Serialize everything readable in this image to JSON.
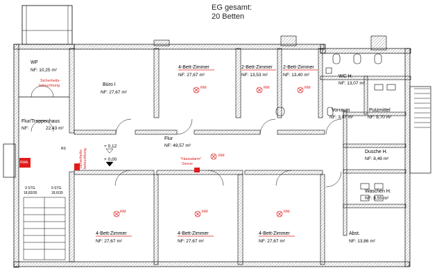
{
  "header": {
    "line1": "EG gesamt:",
    "line2": "20 Betten"
  },
  "rooms": {
    "wf": {
      "name": "WF",
      "area": "NF: 10,25 m²"
    },
    "treppenhaus": {
      "name": "Flur/Treppenhaus",
      "area_prefix": "NF:",
      "area": "22,43 m²"
    },
    "buero": {
      "name": "Büro I",
      "area": "NF: 27,67 m²"
    },
    "zimmer4_top": {
      "name": "4-Bett-Zimmer",
      "area": "NF:   27,67 m²"
    },
    "zimmer2_a": {
      "name": "2-Bett-Zimmer",
      "area": "NF:  13,53 m²"
    },
    "zimmer2_b": {
      "name": "2-Bett-Zimmer",
      "area": "NF:  13,40 m²"
    },
    "wc": {
      "name": "WC H.",
      "area": "NF:  13,07 m²"
    },
    "vorraum": {
      "name": "Vorraum",
      "area": "NF: 3,97 m²"
    },
    "putzmittel": {
      "name": "Putzmittel",
      "area": "NF: 8,70 m²"
    },
    "flur": {
      "name": "Flur",
      "area": "NF: 49,57 m²"
    },
    "dusche": {
      "name": "Dusche H.",
      "area": "NF:  8,49 m²"
    },
    "waschen": {
      "name": "Waschen H.",
      "area": "NF:  8,55 m²"
    },
    "zimmer4_b1": {
      "name": "4-Bett-Zimmer",
      "area": "NF:    27,67 m²"
    },
    "zimmer4_b2": {
      "name": "4-Bett-Zimmer",
      "area": "NF:    27,67 m²"
    },
    "zimmer4_b3": {
      "name": "4-Bett-Zimmer",
      "area": "NF:    27,67 m²"
    },
    "abst": {
      "name": "Abst.",
      "area": "NF: 13,86 m²"
    }
  },
  "annotations": {
    "sicherheit_top": [
      "Sicherheits-",
      "beleuchtung"
    ],
    "sicherheit_mid": [
      "Sicherheits-",
      "beleuchtung"
    ],
    "hausalarm": [
      "\"Hausalarm\"",
      "Sirene"
    ],
    "rm": "RM",
    "rs": "RS",
    "rwa": "RWA",
    "level1": "+ 0,12",
    "level2": "+ 0,00",
    "stair_left": [
      "9 STG.",
      "18,83/30"
    ],
    "stair_right": [
      "9 STG.",
      "18,6/30"
    ]
  },
  "colors": {
    "wall": "#000000",
    "alarm": "#e01b1b",
    "hatch": "#888888"
  }
}
